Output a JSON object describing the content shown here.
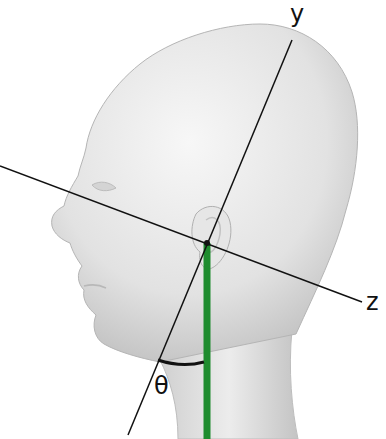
{
  "diagram": {
    "labels": [
      "y",
      "z",
      "θ"
    ]
  }
}
